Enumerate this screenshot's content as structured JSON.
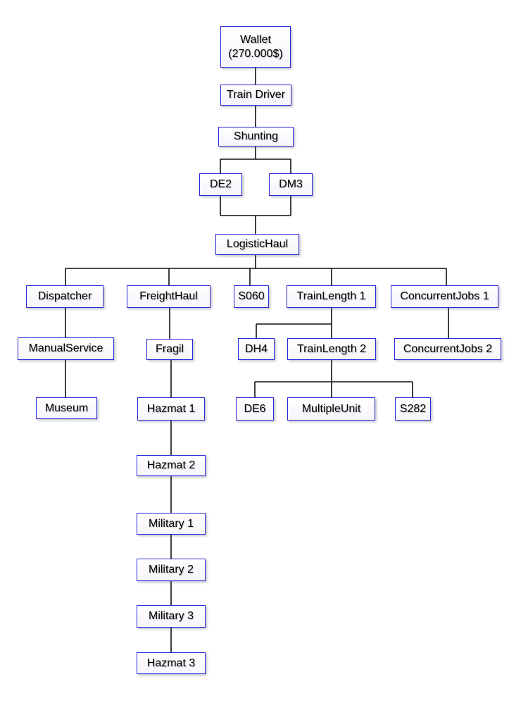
{
  "nodes": {
    "wallet": {
      "line1": "Wallet",
      "line2": "(270.000$)"
    },
    "train_driver": "Train Driver",
    "shunting": "Shunting",
    "de2": "DE2",
    "dm3": "DM3",
    "logistic_haul": "LogisticHaul",
    "dispatcher": "Dispatcher",
    "freight_haul": "FreightHaul",
    "s060": "S060",
    "train_length_1": "TrainLength 1",
    "concurrent_jobs_1": "ConcurrentJobs 1",
    "manual_service": "ManualService",
    "fragil": "Fragil",
    "dh4": "DH4",
    "train_length_2": "TrainLength 2",
    "concurrent_jobs_2": "ConcurrentJobs 2",
    "museum": "Museum",
    "hazmat_1": "Hazmat 1",
    "de6": "DE6",
    "multiple_unit": "MultipleUnit",
    "s282": "S282",
    "hazmat_2": "Hazmat 2",
    "military_1": "Military 1",
    "military_2": "Military 2",
    "military_3": "Military 3",
    "hazmat_3": "Hazmat 3"
  },
  "colors": {
    "border": "#2a2ad8",
    "connector": "#111111"
  }
}
